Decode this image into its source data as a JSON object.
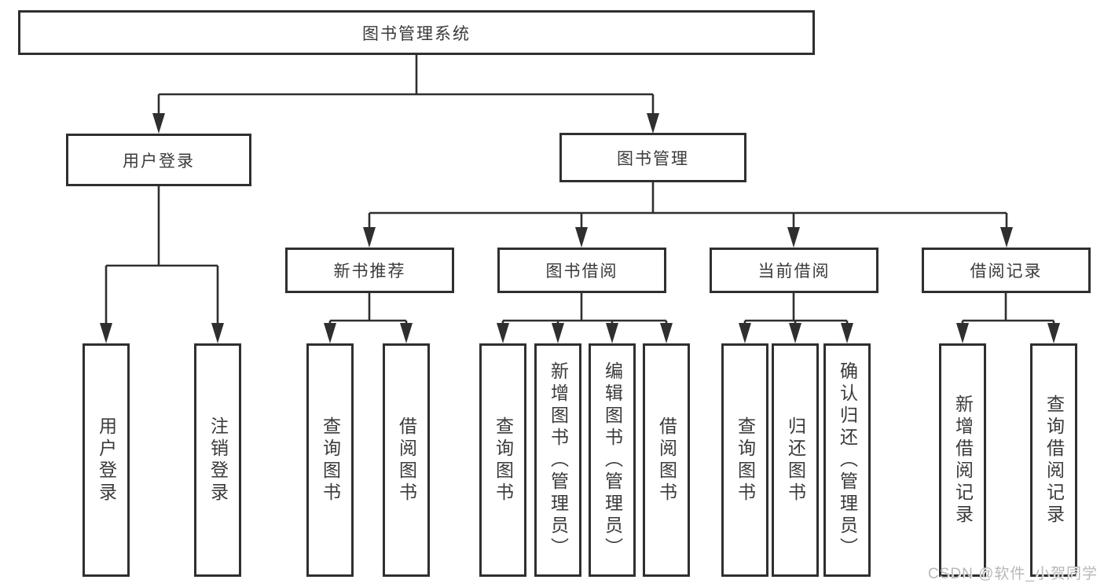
{
  "diagram": {
    "title": "图书管理系统",
    "root": {
      "label": "图书管理系统"
    },
    "level1": [
      {
        "id": "user-login",
        "label": "用户登录"
      },
      {
        "id": "book-management",
        "label": "图书管理"
      }
    ],
    "level2": [
      {
        "id": "new-book-recommend",
        "label": "新书推荐",
        "parent": "book-management"
      },
      {
        "id": "book-borrow",
        "label": "图书借阅",
        "parent": "book-management"
      },
      {
        "id": "current-borrow",
        "label": "当前借阅",
        "parent": "book-management"
      },
      {
        "id": "borrow-record",
        "label": "借阅记录",
        "parent": "book-management"
      }
    ],
    "leaves": {
      "user_login": [
        "用户登录",
        "注销登录"
      ],
      "new_book_recommend": [
        "查询图书",
        "借阅图书"
      ],
      "book_borrow": [
        "查询图书",
        "新增图书（管理员）",
        "编辑图书（管理员）",
        "借阅图书"
      ],
      "current_borrow": [
        "查询图书",
        "归还图书",
        "确认归还（管理员）"
      ],
      "borrow_record": [
        "新增借阅记录",
        "查询借阅记录"
      ]
    }
  },
  "watermark": {
    "text": "CSDN @软件_小贺同学"
  },
  "colors": {
    "line": "#2f2f2f",
    "text": "#3a3a3a",
    "background": "#ffffff",
    "watermark": "#b8b8b8"
  }
}
